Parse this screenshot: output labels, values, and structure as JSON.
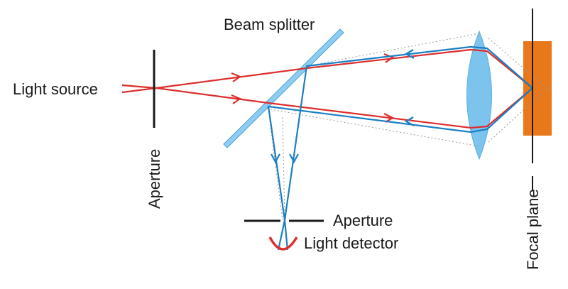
{
  "labels": {
    "light_source": "Light source",
    "aperture_left": "Aperture",
    "beam_splitter": "Beam splitter",
    "aperture_bottom": "Aperture",
    "light_detector": "Light detector",
    "focal_plane": "Focal plane"
  },
  "colors": {
    "illumination_beam": "#dc2e2e",
    "return_beam": "#1b7fc4",
    "optic_fill": "#7cc4ee",
    "sample": "#e8781a",
    "detector": "#dc2e2e",
    "aperture": "#1a1a1a",
    "focal_plane_line": "#1a1a1a",
    "defocus_dotted": "#9a9a9a"
  }
}
